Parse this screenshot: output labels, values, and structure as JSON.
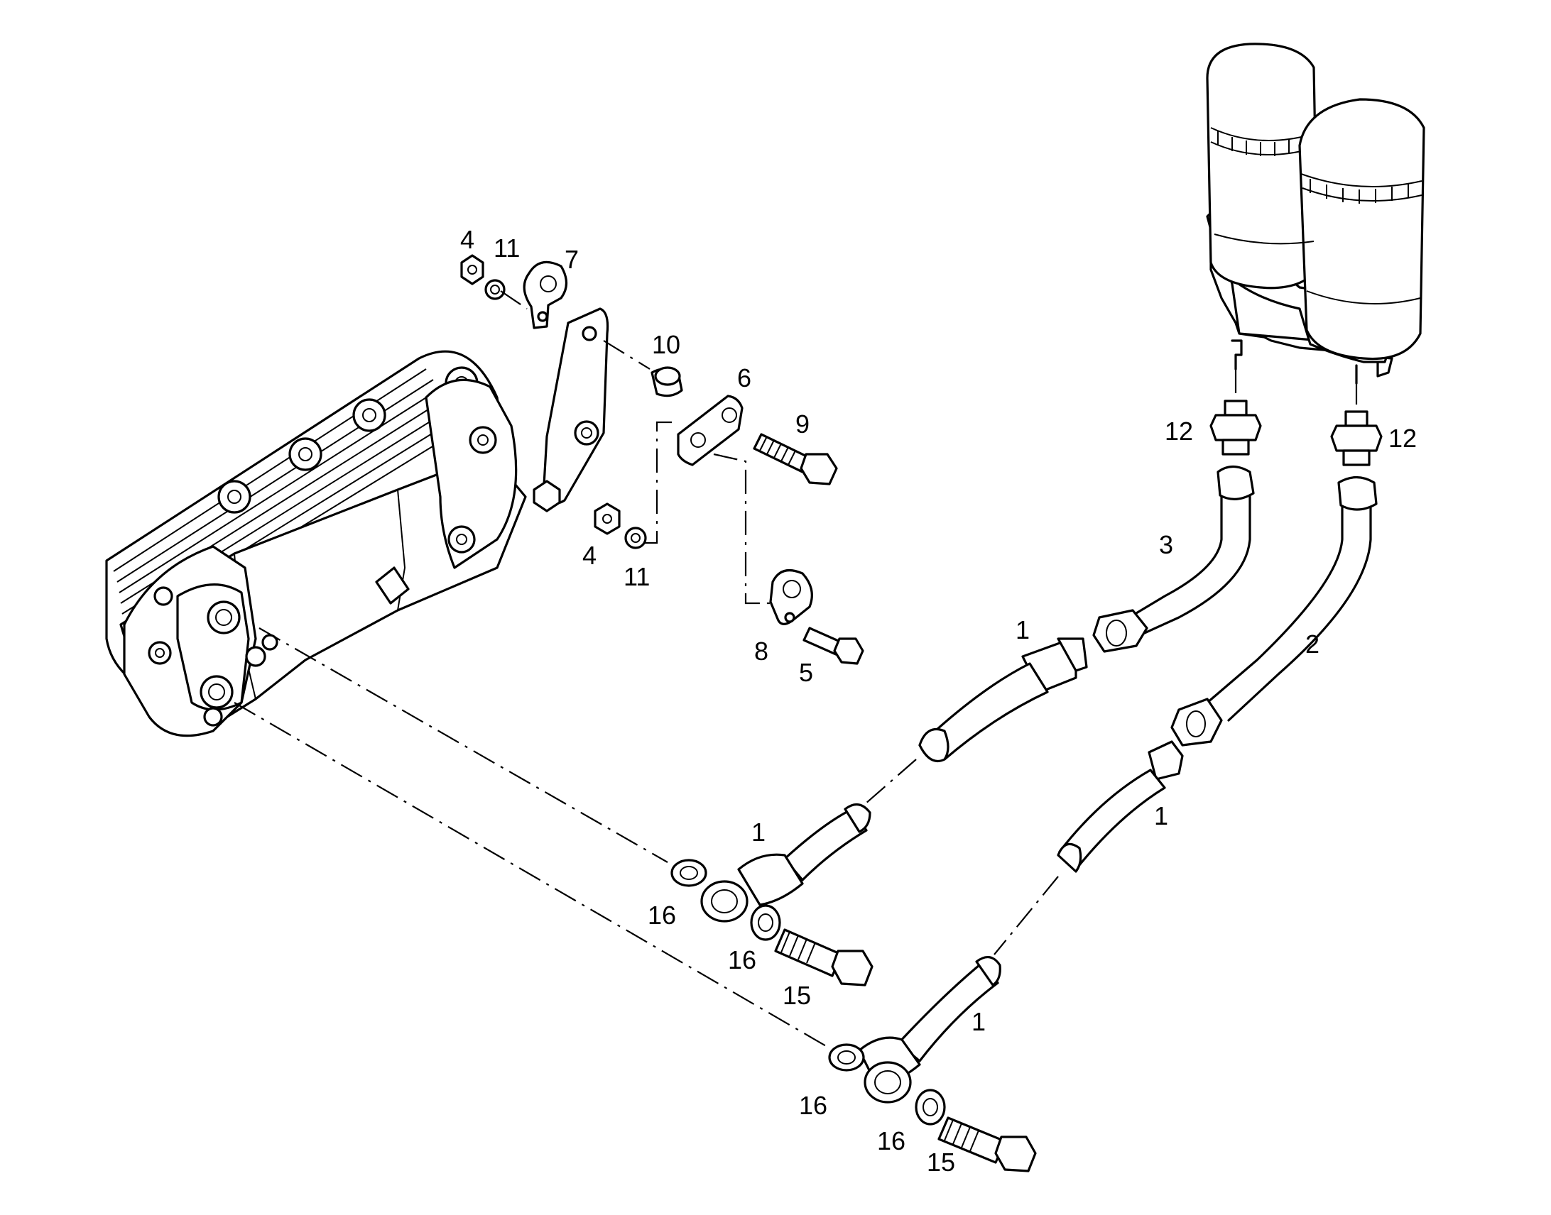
{
  "callouts": {
    "c4a": "4",
    "c11a": "11",
    "c7": "7",
    "c10": "10",
    "c6": "6",
    "c9": "9",
    "c4b": "4",
    "c11b": "11",
    "c8": "8",
    "c5": "5",
    "c12a": "12",
    "c12b": "12",
    "c3": "3",
    "c2": "2",
    "c1a": "1",
    "c1b": "1",
    "c1c": "1",
    "c1d": "1",
    "c16a": "16",
    "c16b": "16",
    "c16c": "16",
    "c16d": "16",
    "c15a": "15",
    "c15b": "15"
  }
}
